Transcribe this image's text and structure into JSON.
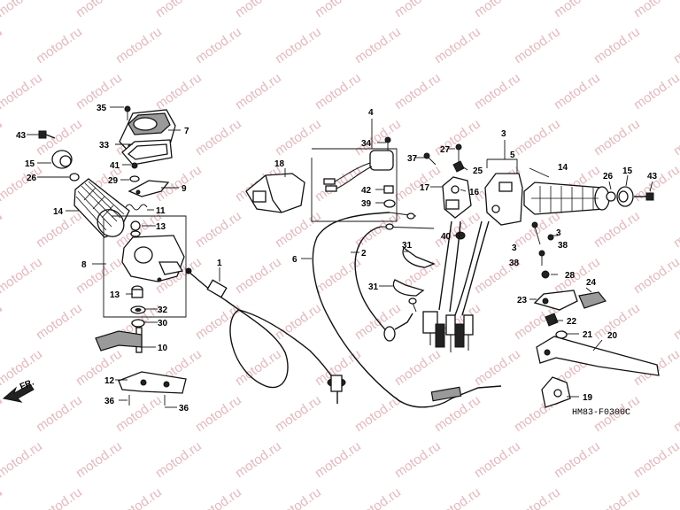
{
  "watermark": "motod.ru",
  "diagram_code": "HM83-F0300C",
  "direction_label": "FR.",
  "callouts": {
    "c1": "1",
    "c2": "2",
    "c3a": "3",
    "c3b": "3",
    "c4": "4",
    "c5": "5",
    "c6": "6",
    "c7": "7",
    "c8": "8",
    "c9": "9",
    "c10": "10",
    "c11": "11",
    "c12": "12",
    "c13a": "13",
    "c13b": "13",
    "c14a": "14",
    "c14b": "14",
    "c15a": "15",
    "c15b": "15",
    "c16": "16",
    "c17": "17",
    "c18": "18",
    "c19": "19",
    "c20": "20",
    "c21": "21",
    "c22": "22",
    "c23": "23",
    "c24": "24",
    "c25": "25",
    "c26a": "26",
    "c26b": "26",
    "c27": "27",
    "c28": "28",
    "c29": "29",
    "c30": "30",
    "c31a": "31",
    "c31b": "31",
    "c32": "32",
    "c33": "33",
    "c34": "34",
    "c35": "35",
    "c36a": "36",
    "c36b": "36",
    "c37": "37",
    "c38a": "38",
    "c38b": "38",
    "c39": "39",
    "c40": "40",
    "c41": "41",
    "c42": "42",
    "c43a": "43",
    "c43b": "43"
  }
}
